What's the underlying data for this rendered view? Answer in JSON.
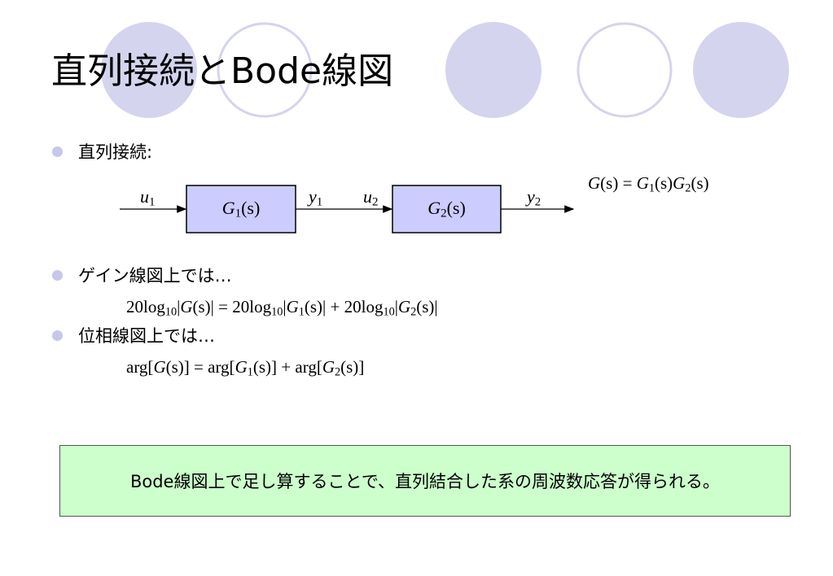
{
  "slide": {
    "title": "直列接続とBode線図",
    "colors": {
      "circle_fill": "#d4d4ee",
      "bullet": "#c7c7ec",
      "block_fill": "#ccccff",
      "callout_fill": "#ccffcc"
    }
  },
  "bullets": [
    {
      "text": "直列接続:"
    },
    {
      "text": "ゲイン線図上では…"
    },
    {
      "text": "位相線図上では…"
    }
  ],
  "diagram": {
    "blocks": [
      {
        "name": "G",
        "sub": "1",
        "arg": "(s)"
      },
      {
        "name": "G",
        "sub": "2",
        "arg": "(s)"
      }
    ],
    "signals": {
      "u1": {
        "name": "u",
        "sub": "1"
      },
      "y1": {
        "name": "y",
        "sub": "1"
      },
      "u2": {
        "name": "u",
        "sub": "2"
      },
      "y2": {
        "name": "y",
        "sub": "2"
      }
    }
  },
  "formulas": {
    "series": {
      "lhs_G": "G",
      "lhs_arg": "(s)",
      "eq": " = ",
      "t1_G": "G",
      "t1_sub": "1",
      "t1_arg": "(s)",
      "t2_G": "G",
      "t2_sub": "2",
      "t2_arg": "(s)"
    },
    "gain": {
      "p1_pre": "20log",
      "p1_base": "10",
      "p1_open": "|",
      "p1_G": "G",
      "p1_arg": "(s)",
      "p1_close": "|",
      "eq": " = ",
      "p2_pre": "20log",
      "p2_base": "10",
      "p2_open": "|",
      "p2_G": "G",
      "p2_sub": "1",
      "p2_arg": "(s)",
      "p2_close": "|",
      "plus": " + ",
      "p3_pre": "20log",
      "p3_base": "10",
      "p3_open": "|",
      "p3_G": "G",
      "p3_sub": "2",
      "p3_arg": "(s)",
      "p3_close": "|"
    },
    "phase": {
      "p1_pre": "arg[",
      "p1_G": "G",
      "p1_arg": "(s)",
      "p1_close": "]",
      "eq": " = ",
      "p2_pre": "arg[",
      "p2_G": "G",
      "p2_sub": "1",
      "p2_arg": "(s)",
      "p2_close": "]",
      "plus": " + ",
      "p3_pre": "arg[",
      "p3_G": "G",
      "p3_sub": "2",
      "p3_arg": "(s)",
      "p3_close": "]"
    }
  },
  "callout": {
    "text": "Bode線図上で足し算することで、直列結合した系の周波数応答が得られる。"
  }
}
